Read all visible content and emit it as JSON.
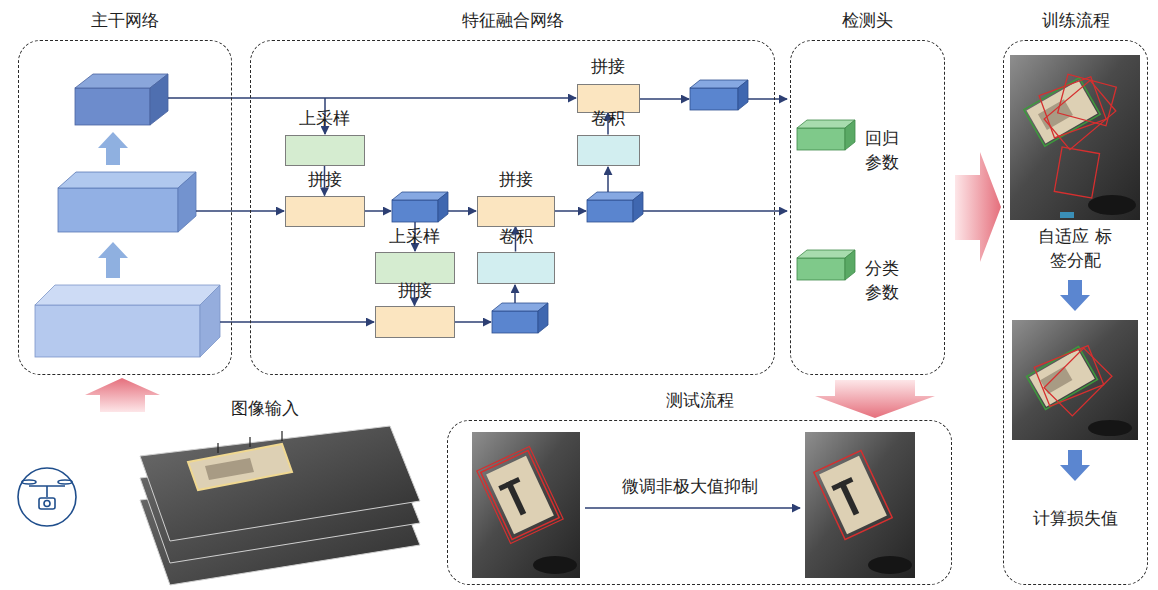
{
  "diagram": {
    "nodes": [
      {
        "text": [
          "主干网络"
        ]
      },
      {
        "text": [
          "特征融合网络"
        ]
      },
      {
        "text": [
          "拼接"
        ],
        "in": 1
      },
      {
        "text": [
          "上采样"
        ],
        "in": 1
      },
      {
        "text": [
          "卷积"
        ],
        "in": 1
      },
      {
        "text": [
          "拼接"
        ],
        "in": 1
      },
      {
        "text": [
          "拼接"
        ],
        "in": 1
      },
      {
        "text": [
          "上采样"
        ],
        "in": 1
      },
      {
        "text": [
          "卷积"
        ],
        "in": 1
      },
      {
        "text": [
          "拼接"
        ],
        "in": 1
      },
      {
        "text": [
          "检测头"
        ]
      },
      {
        "text": [
          "训练流程"
        ]
      },
      {
        "text": [
          "测试流程"
        ]
      }
    ],
    "edges": [
      {
        "from": 3,
        "to": 5,
        "arrow": "to"
      },
      {
        "from": 7,
        "to": 9,
        "arrow": "to"
      },
      {
        "from": 4,
        "to": 2,
        "arrow": "to"
      },
      {
        "from": 8,
        "to": 6,
        "arrow": "to"
      }
    ],
    "labels": [
      "图像输入",
      "回归 参数",
      "分类 参数",
      "自适应 标签分配",
      "微调非极大值抑制",
      "计算损失值"
    ]
  }
}
